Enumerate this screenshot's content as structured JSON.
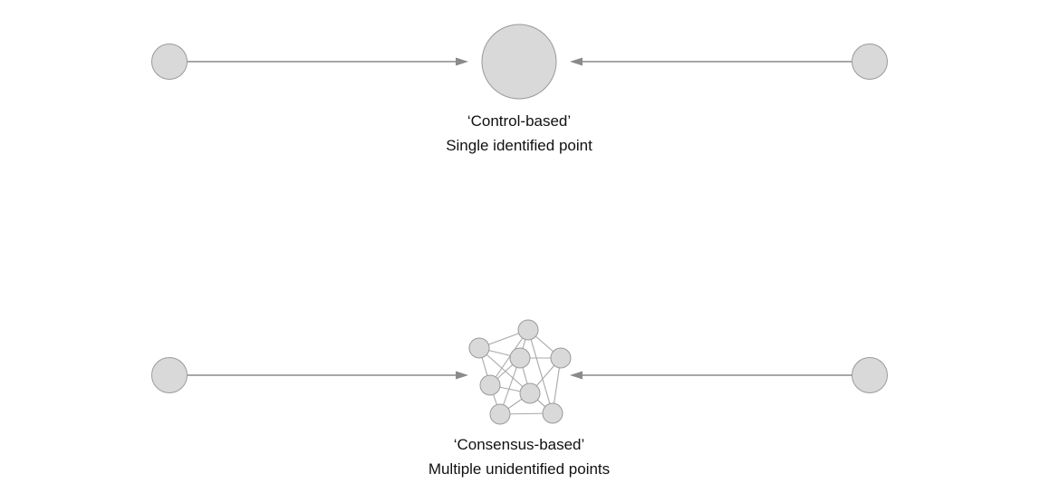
{
  "control_model": {
    "title": "‘Control-based’",
    "subtitle": "Single identified point"
  },
  "consensus_model": {
    "title": "‘Consensus-based’",
    "subtitle": "Multiple unidentified points"
  },
  "colors": {
    "node_fill": "#d9d9d9",
    "node_stroke": "#9a9a9a",
    "arrow": "#8a8a8a",
    "network_edge": "#a8a8a8",
    "text": "#111111"
  }
}
